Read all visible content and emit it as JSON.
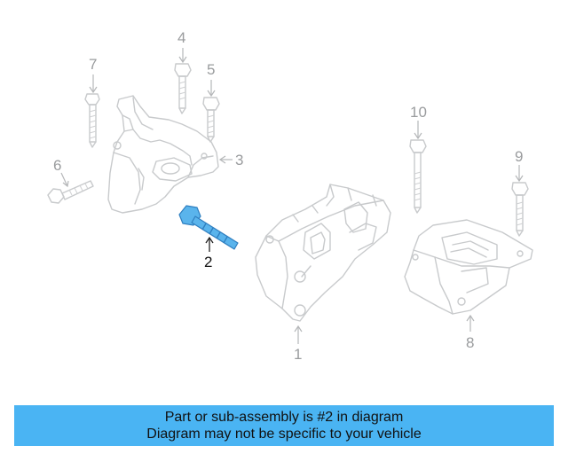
{
  "diagram": {
    "callouts": [
      {
        "id": "1",
        "label": "1"
      },
      {
        "id": "2",
        "label": "2",
        "highlighted": true
      },
      {
        "id": "3",
        "label": "3"
      },
      {
        "id": "4",
        "label": "4"
      },
      {
        "id": "5",
        "label": "5"
      },
      {
        "id": "6",
        "label": "6"
      },
      {
        "id": "7",
        "label": "7"
      },
      {
        "id": "8",
        "label": "8"
      },
      {
        "id": "9",
        "label": "9"
      },
      {
        "id": "10",
        "label": "10"
      }
    ],
    "colors": {
      "part_outline": "#c8cacc",
      "highlight_fill": "#5ab4ec",
      "highlight_stroke": "#2f7fc0",
      "banner_background": "#4ab4f3"
    }
  },
  "banner": {
    "line1": "Part or sub-assembly is #2 in diagram",
    "line2": "Diagram may not be specific to your vehicle"
  }
}
